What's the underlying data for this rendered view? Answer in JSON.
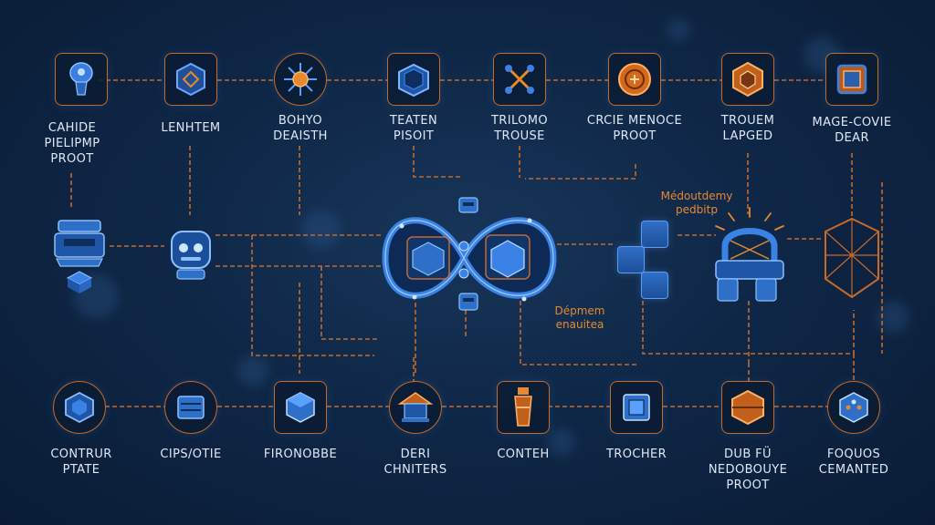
{
  "top_row": [
    {
      "id": "n1",
      "lines": [
        "Cahide",
        "Pielipmp",
        "Proot"
      ],
      "icon": "alarm-bell-icon"
    },
    {
      "id": "n2",
      "lines": [
        "Lenhtem"
      ],
      "icon": "hexagon-chip-icon"
    },
    {
      "id": "n3",
      "lines": [
        "Bohyo",
        "Deaisth"
      ],
      "icon": "sun-burst-icon"
    },
    {
      "id": "n4",
      "lines": [
        "Teaten",
        "Pisoit"
      ],
      "icon": "cube-box-icon"
    },
    {
      "id": "n5",
      "lines": [
        "Trilomo",
        "Trouse"
      ],
      "icon": "cross-tools-icon"
    },
    {
      "id": "n6",
      "lines": [
        "Crcie Menoce",
        "Proot"
      ],
      "icon": "orange-coin-icon"
    },
    {
      "id": "n7",
      "lines": [
        "Trouem",
        "Lapged"
      ],
      "icon": "gem-box-icon"
    },
    {
      "id": "n8",
      "lines": [
        "Mage-covie",
        "Dear"
      ],
      "icon": "grid-crate-icon"
    }
  ],
  "bottom_row": [
    {
      "id": "b1",
      "lines": [
        "Contrur",
        "Ptate"
      ],
      "icon": "layered-hex-icon"
    },
    {
      "id": "b2",
      "lines": [
        "Cips/otie"
      ],
      "icon": "server-crate-icon"
    },
    {
      "id": "b3",
      "lines": [
        "Fironobbe"
      ],
      "icon": "blue-cube-icon"
    },
    {
      "id": "b4",
      "lines": [
        "Deri",
        "Chniters"
      ],
      "icon": "temple-roof-icon"
    },
    {
      "id": "b5",
      "lines": [
        "Conteh"
      ],
      "icon": "tower-icon"
    },
    {
      "id": "b6",
      "lines": [
        "Trocher"
      ],
      "icon": "cube-stack-icon"
    },
    {
      "id": "b7",
      "lines": [
        "Dub Fü",
        "Nedobouye",
        "Proot"
      ],
      "icon": "orange-crate-icon"
    },
    {
      "id": "b8",
      "lines": [
        "Foquos",
        "Cemanted"
      ],
      "icon": "blue-dice-icon"
    }
  ],
  "notes": {
    "upper_right": [
      "Médoutdemy",
      "pedbitp"
    ],
    "lower_middle": [
      "Dépmem",
      "enauitea"
    ]
  },
  "colors": {
    "background": "#0f2747",
    "line": "#c46a2a",
    "accent_blue": "#3b82e6",
    "accent_orange": "#e6892f"
  }
}
